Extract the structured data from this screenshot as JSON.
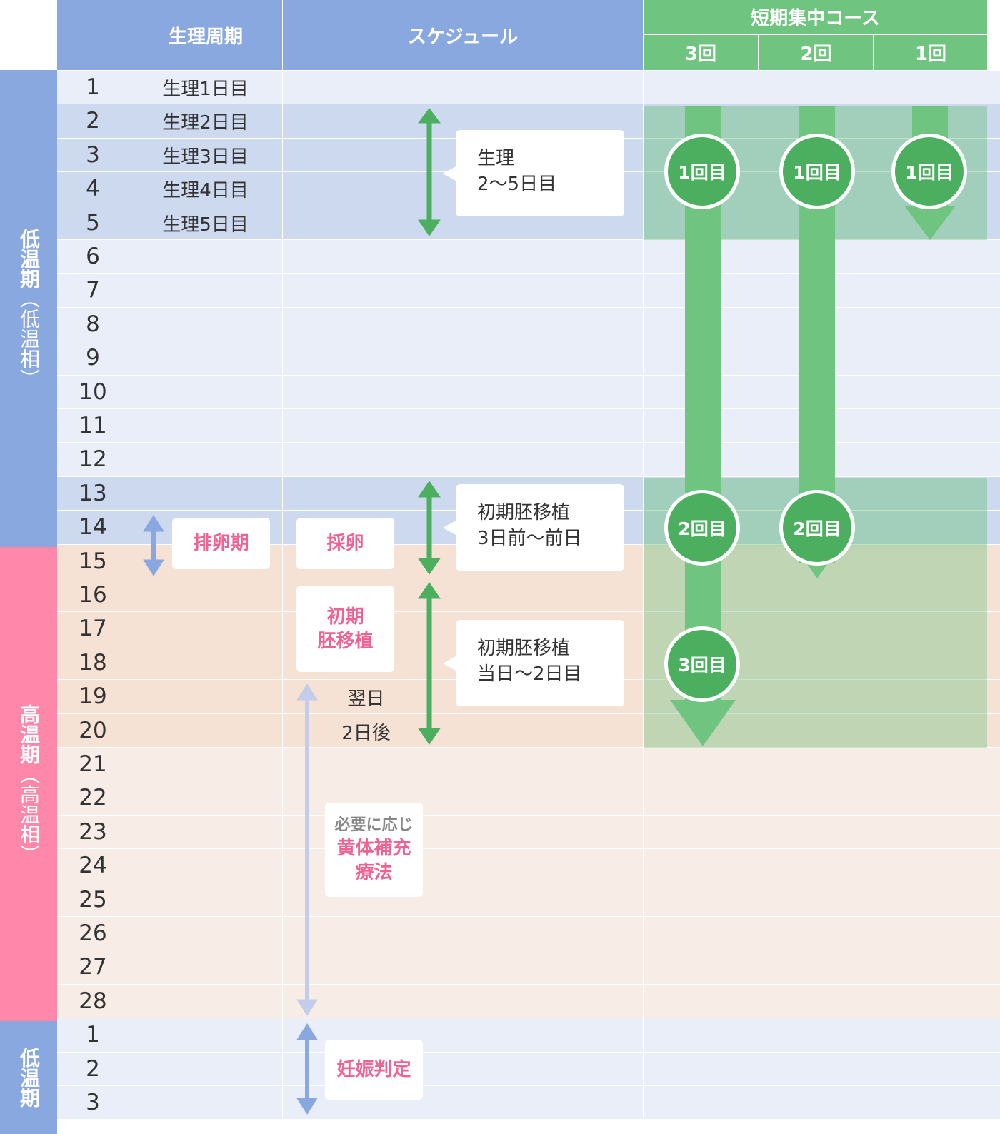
{
  "header": {
    "cycle": "生理周期",
    "schedule": "スケジュール",
    "course": "短期集中コース",
    "course_columns": [
      "3回",
      "2回",
      "1回"
    ]
  },
  "phases": [
    {
      "main": "低温期",
      "sub": "（低温相）"
    },
    {
      "main": "高温期",
      "sub": "（高温相）"
    },
    {
      "main": "低温期",
      "sub": ""
    }
  ],
  "day_numbers": [
    "1",
    "2",
    "3",
    "4",
    "5",
    "6",
    "7",
    "8",
    "9",
    "10",
    "11",
    "12",
    "13",
    "14",
    "15",
    "16",
    "17",
    "18",
    "19",
    "20",
    "21",
    "22",
    "23",
    "24",
    "25",
    "26",
    "27",
    "28",
    "1",
    "2",
    "3"
  ],
  "cycle_labels": [
    "生理1日目",
    "生理2日目",
    "生理3日目",
    "生理4日目",
    "生理5日目"
  ],
  "schedule": {
    "ovulation": "排卵期",
    "egg_retrieval": "採卵",
    "transfer": "初期\n胚移植",
    "next_day": "翌日",
    "two_days_after": "2日後",
    "luteal_note": "必要に応じ",
    "luteal": "黄体補充\n療法",
    "pregnancy": "妊娠判定"
  },
  "callouts": [
    "生理\n2～5日目",
    "初期胚移植\n3日前～前日",
    "初期胚移植\n当日～2日目"
  ],
  "visits": {
    "first": "1回目",
    "second": "2回目",
    "third": "3回目"
  },
  "colors": {
    "header_blue": "#89a8e0",
    "header_green": "#6fc47f",
    "low_phase": "#89a8e0",
    "high_phase": "#ff88aa",
    "accent_pink": "#f06292",
    "arrow_green": "#4caf60",
    "arrow_blue": "#89a8e0"
  }
}
